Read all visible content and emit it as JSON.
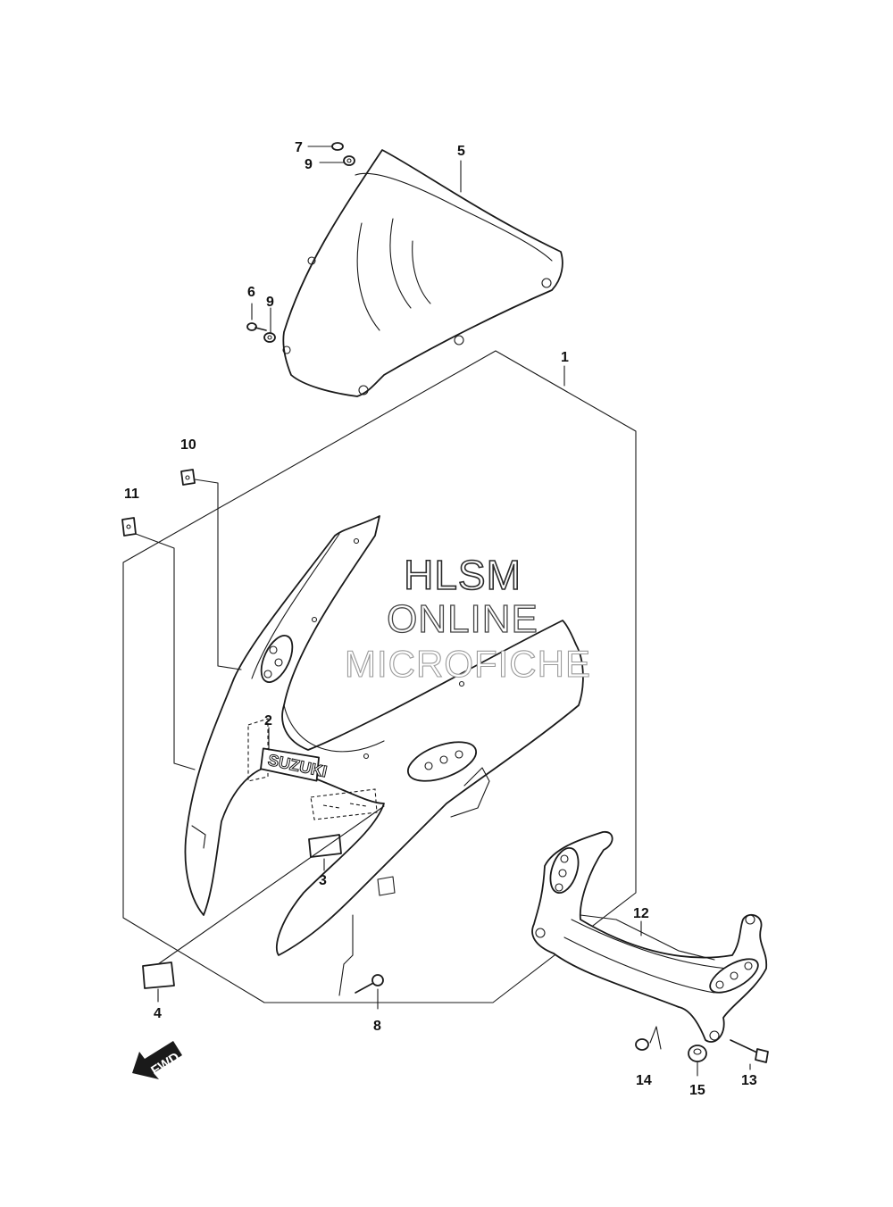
{
  "watermark": {
    "line1": "HLSM",
    "line2": "ONLINE",
    "line3": "MICROFICHE"
  },
  "emblem_text": "SUZUKI",
  "direction_arrow": "FWD",
  "callouts": [
    {
      "id": "1",
      "part": "upper-cowling"
    },
    {
      "id": "2",
      "part": "suzuki-emblem"
    },
    {
      "id": "3",
      "part": "pad"
    },
    {
      "id": "4",
      "part": "pad"
    },
    {
      "id": "5",
      "part": "windscreen"
    },
    {
      "id": "6",
      "part": "screw"
    },
    {
      "id": "7",
      "part": "screw"
    },
    {
      "id": "8",
      "part": "screw"
    },
    {
      "id": "9",
      "part": "nut"
    },
    {
      "id": "9",
      "part": "nut"
    },
    {
      "id": "10",
      "part": "nut"
    },
    {
      "id": "11",
      "part": "nut"
    },
    {
      "id": "12",
      "part": "cowling-brace"
    },
    {
      "id": "13",
      "part": "bolt"
    },
    {
      "id": "14",
      "part": "nut"
    },
    {
      "id": "15",
      "part": "cushion"
    }
  ]
}
